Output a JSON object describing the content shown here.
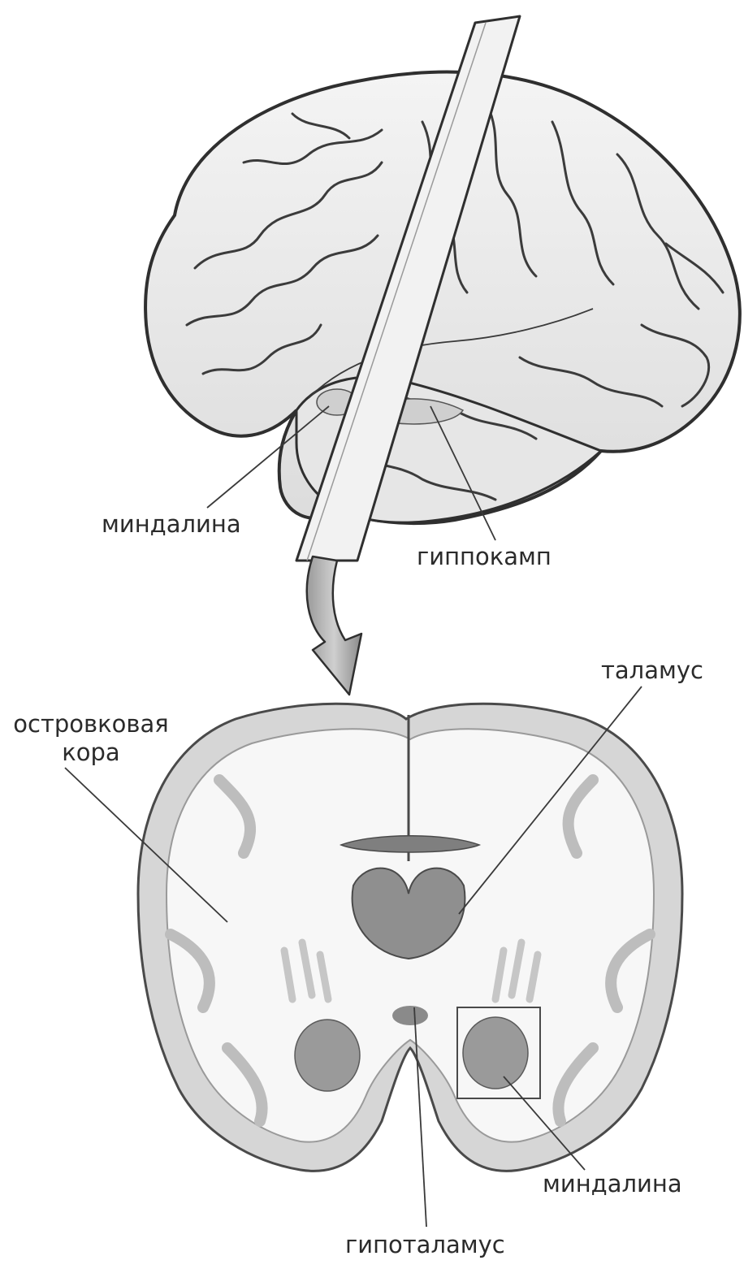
{
  "labels": {
    "amygdala_top": "миндалина",
    "hippocampus": "гиппокамп",
    "thalamus": "таламус",
    "insula_line1": "островковая",
    "insula_line2": "кора",
    "hypothalamus": "гипоталамус",
    "amygdala_bottom": "миндалина"
  },
  "colors": {
    "outline": "#2f2f2f",
    "brain_fill": "#ededed",
    "gray_matter": "#d6d6d6",
    "white_matter": "#f7f7f7",
    "deep_nuclei": "#8f8f8f",
    "amygdala": "#9a9a9a",
    "slice_plane": "#f2f2f2"
  }
}
